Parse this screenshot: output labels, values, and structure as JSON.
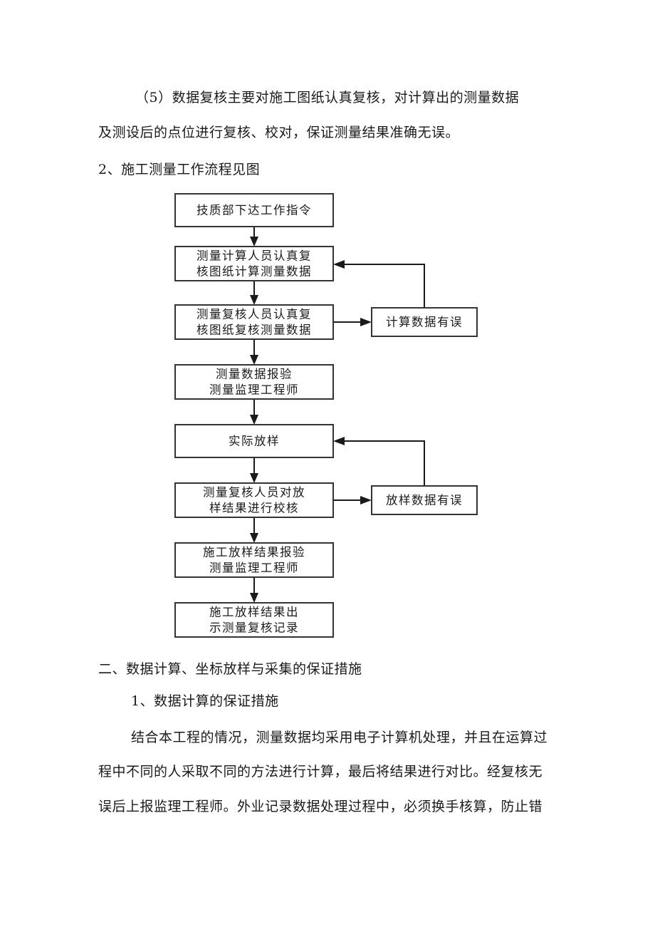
{
  "paragraphs": {
    "p5_line1": "（5）数据复核主要对施工图纸认真复核，对计算出的测量数据",
    "p5_line2": "及测设后的点位进行复核、校对，保证测量结果准确无误。",
    "heading_2": "2、施工测量工作流程见图",
    "section_2": "二、数据计算、坐标放样与采集的保证措施",
    "heading_1": "1、数据计算的保证措施",
    "body_line1": "结合本工程的情况，测量数据均采用电子计算机处理，并且在运算过",
    "body_line2": "程中不同的人采取不同的方法进行计算，最后将结果进行对比。经复核无",
    "body_line3": "误后上报监理工程师。外业记录数据处理过程中，必须换手核算，防止错"
  },
  "flowchart": {
    "steps": [
      {
        "id": "step1",
        "lines": [
          "技质部下达工作指令"
        ]
      },
      {
        "id": "step2",
        "lines": [
          "测量计算人员认真复",
          "核图纸计算测量数据"
        ]
      },
      {
        "id": "step3",
        "lines": [
          "测量复核人员认真复",
          "核图纸复核测量数据"
        ]
      },
      {
        "id": "step4",
        "lines": [
          "测量数据报验",
          "测量监理工程师"
        ]
      },
      {
        "id": "step5",
        "lines": [
          "实际放样"
        ]
      },
      {
        "id": "step6",
        "lines": [
          "测量复核人员对放",
          "样结果进行校核"
        ]
      },
      {
        "id": "step7",
        "lines": [
          "施工放样结果报验",
          "测量监理工程师"
        ]
      },
      {
        "id": "step8",
        "lines": [
          "施工放样结果出",
          "示测量复核记录"
        ]
      }
    ],
    "side_boxes": [
      {
        "id": "error1",
        "label": "计算数据有误"
      },
      {
        "id": "error2",
        "label": "放样数据有误"
      }
    ]
  }
}
